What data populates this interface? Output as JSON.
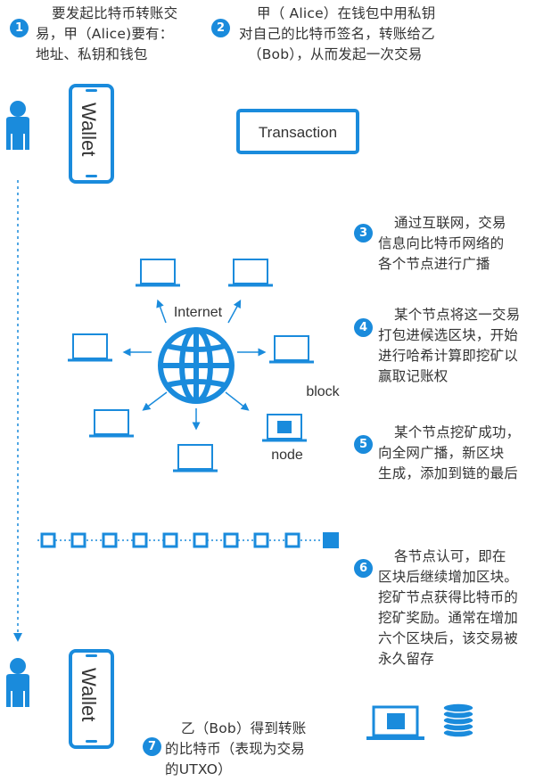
{
  "accent_color": "#1a8bdc",
  "steps": [
    {
      "num": "1",
      "lines": [
        "要发起比特币转账交",
        "易，甲（Alice)要有：",
        "地址、私钥和钱包"
      ]
    },
    {
      "num": "2",
      "lines": [
        "甲（ Alice）在钱包中用私钥",
        "对自己的比特币签名，转账给乙",
        "（Bob），从而发起一次交易"
      ]
    },
    {
      "num": "3",
      "lines": [
        "通过互联网，交易",
        "信息向比特币网络的",
        "各个节点进行广播"
      ]
    },
    {
      "num": "4",
      "lines": [
        "某个节点将这一交易",
        "打包进候选区块，开始",
        "进行哈希计算即挖矿以",
        "赢取记账权"
      ]
    },
    {
      "num": "5",
      "lines": [
        "某个节点挖矿成功，",
        "向全网广播，新区块",
        "生成，添加到链的最后"
      ]
    },
    {
      "num": "6",
      "lines": [
        "各节点认可，即在",
        "区块后继续增加区块。",
        "挖矿节点获得比特币的",
        "挖矿奖励。通常在增加",
        "六个区块后，该交易被",
        "永久留存"
      ]
    },
    {
      "num": "7",
      "lines": [
        "乙（Bob）得到转账",
        "的比特币（表现为交易",
        "的UTXO）"
      ]
    }
  ],
  "labels": {
    "wallet_top": "Wallet",
    "wallet_bottom": "Wallet",
    "transaction": "Transaction",
    "internet": "Internet",
    "block": "block",
    "node": "node"
  }
}
